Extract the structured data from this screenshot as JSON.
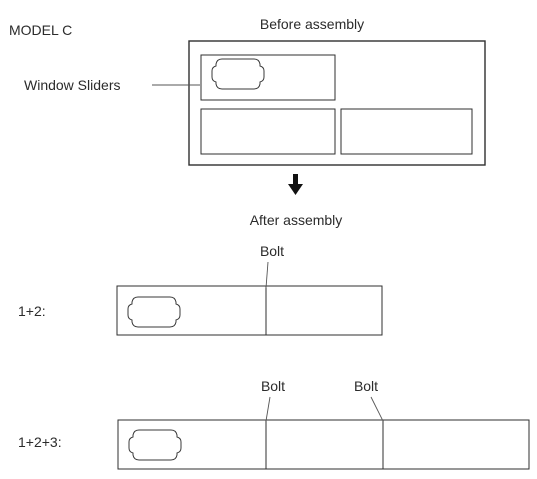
{
  "model_label": "MODEL C",
  "before": {
    "title": "Before assembly",
    "callout": "Window Sliders"
  },
  "arrow_icon": "down-arrow-icon",
  "after": {
    "title": "After assembly",
    "rows": [
      {
        "label": "1+2:",
        "bolts": [
          "Bolt"
        ]
      },
      {
        "label": "1+2+3:",
        "bolts": [
          "Bolt",
          "Bolt"
        ]
      }
    ]
  }
}
